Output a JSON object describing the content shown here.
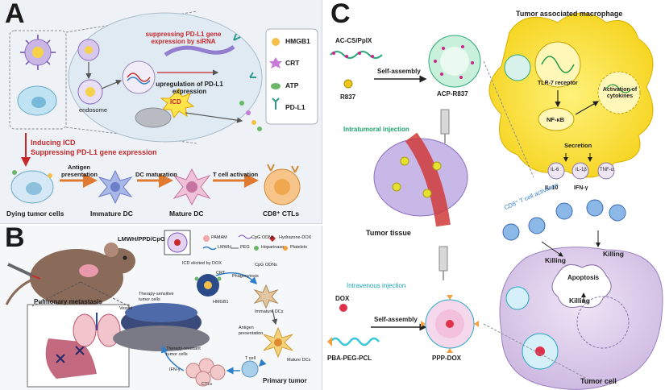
{
  "panelA": {
    "letter": "A",
    "suppress_siRNA": "suppressing PD-L1 gene expression by siRNA",
    "upregulation": "upregulation of PD-L1 expression",
    "endosome": "endosome",
    "icd": "ICD",
    "legend": [
      {
        "label": "HMGB1",
        "icon": "hmgb1-icon",
        "color": "#f5c04a"
      },
      {
        "label": "CRT",
        "icon": "crt-icon",
        "color": "#c77bd6"
      },
      {
        "label": "ATP",
        "icon": "atp-icon",
        "color": "#6cb86a"
      },
      {
        "label": "PD-L1",
        "icon": "pdl1-icon",
        "color": "#2f9a8a"
      }
    ],
    "inducing_icd": "Inducing ICD",
    "suppressing_gene": "Suppressing PD-L1 gene expression",
    "flow": {
      "antigen_presentation": "Antigen presentation",
      "dc_maturation": "DC maturation",
      "t_cell_activation": "T cell activation",
      "dying_tumor_cells": "Dying tumor cells",
      "immature_dc": "Immature DC",
      "mature_dc": "Mature DC",
      "cd8_ctls": "CD8⁺ CTLs"
    }
  },
  "panelB": {
    "letter": "B",
    "lmwh_title": "LMWH/PPD/CpG",
    "legend": [
      "PAMAM",
      "CpG ODNs",
      "Hydrazone-DOX",
      "LMWH",
      "PEG",
      "Heparinase",
      "Platelets"
    ],
    "pulmonary_metastasis": "Pulmonary metastasis",
    "icd_elicited": "ICD elicited by DOX",
    "crt": "CRT",
    "cpg_odns": "CpG ODNs",
    "phagocytosis": "Phagocytosis",
    "hmgb1": "HMGB1",
    "therapy_sensitive": "Therapy-sensitive tumor cells",
    "vessel": "Vessel",
    "immature_dcs": "Immature DCs",
    "antigen_presentation": "Antigen presentation",
    "therapy_resistant": "Therapy-resistant tumor cells",
    "mature_dcs": "Mature DCs",
    "t_cell": "T cell",
    "ifn_gamma": "IFN-γ",
    "ctls": "CTLs",
    "primary_tumor": "Primary tumor"
  },
  "panelC": {
    "letter": "C",
    "tam_title": "Tumor associated macrophage",
    "ac_cs": "AC-CS/PpIX",
    "self_assembly_1": "Self-assembly",
    "r837": "R837",
    "acp_r837": "ACP-R837",
    "tlr7": "TLR-7 receptor",
    "activation_cytokines": "Activation of cytokines",
    "nfkb": "NF-κB",
    "secretion": "Secretion",
    "intratumoral": "Intratumoral injection",
    "il6": "IL-6",
    "il1b": "IL-1β",
    "tnfa": "TNF-α",
    "il10": "IL-10",
    "ifng": "IFN-γ",
    "cd8_activation": "CD8⁺ T cell activation",
    "tumor_tissue": "Tumor tissue",
    "killing_1": "Killing",
    "killing_2": "Killing",
    "killing_3": "Killing",
    "apoptosis": "Apoptosis",
    "intravenous": "Intravenous injection",
    "dox": "DOX",
    "self_assembly_2": "Self-assembly",
    "pba_peg_pcl": "PBA-PEG-PCL",
    "ppp_dox": "PPP-DOX",
    "tumor_cell": "Tumor cell"
  }
}
